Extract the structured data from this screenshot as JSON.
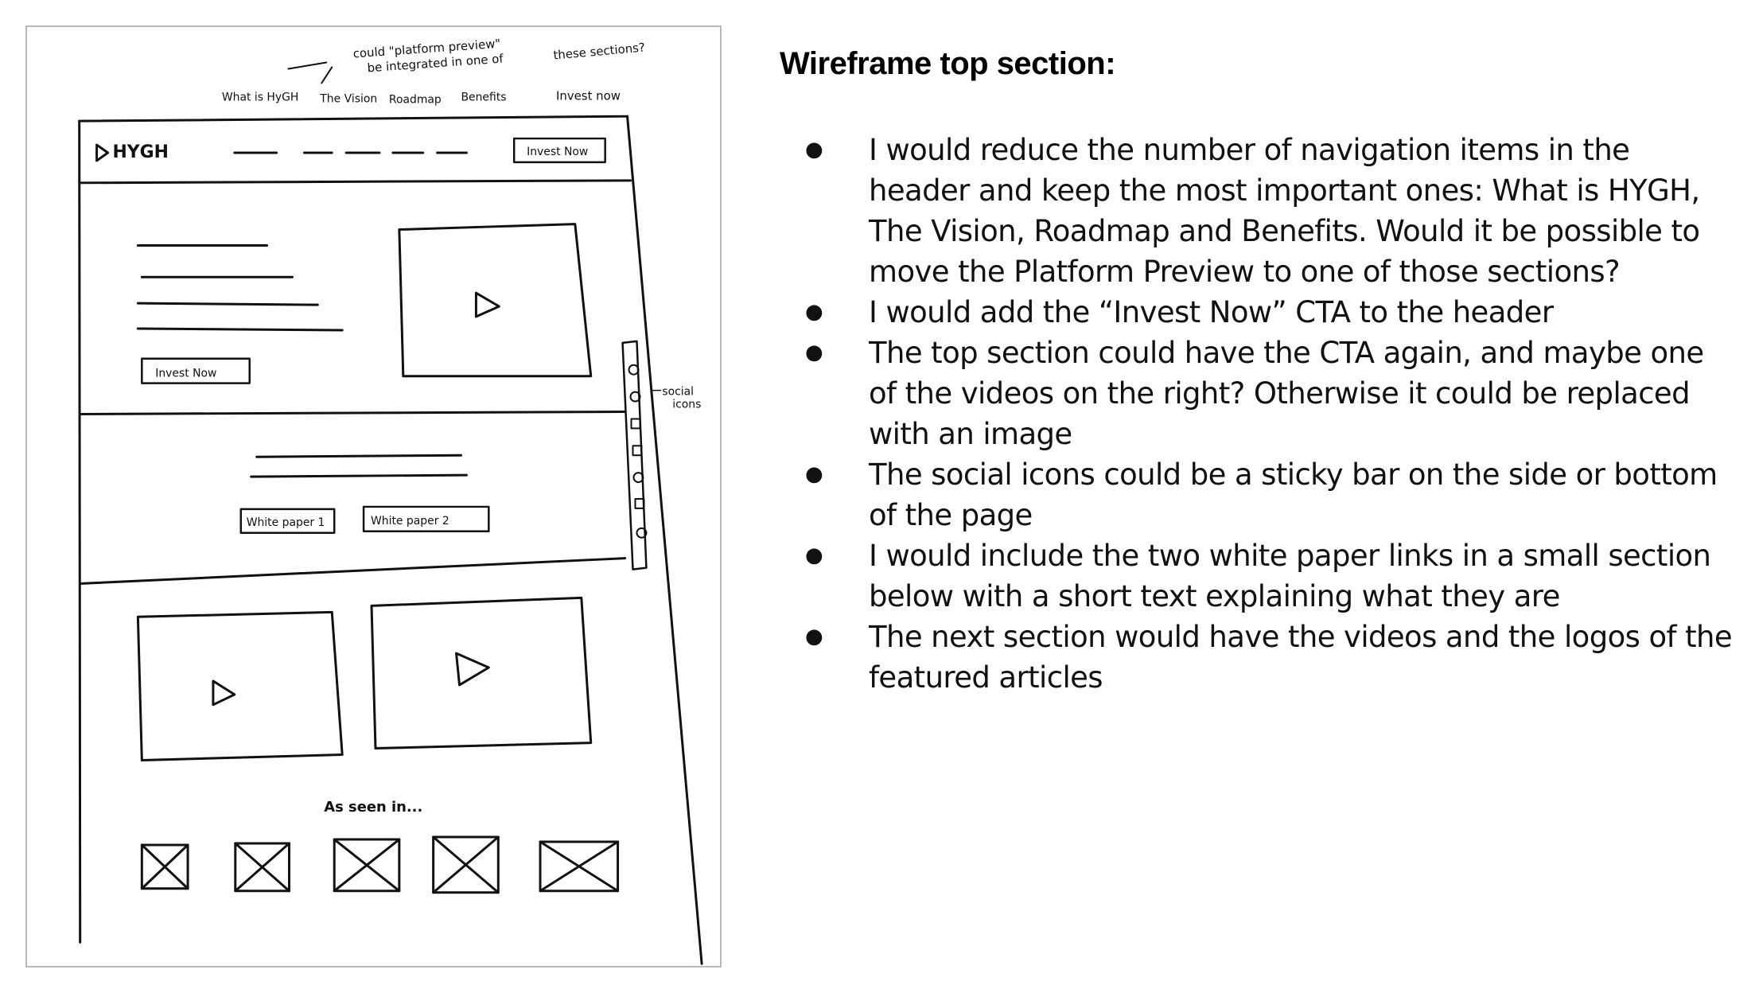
{
  "wireframe": {
    "annotation_top": "could \"platform preview\" be integrated in one of these sections?",
    "annotation_top_line1": "could \"platform preview\"",
    "annotation_top_line2": "be integrated in one of",
    "annotation_top_line3": "these sections?",
    "nav_labels": [
      "What is HyGH",
      "The Vision",
      "Roadmap",
      "Benefits",
      "Invest now"
    ],
    "logo": "HYGH",
    "header_cta": "Invest Now",
    "hero_cta": "Invest Now",
    "white_paper_1": "White paper 1",
    "white_paper_2": "White paper 2",
    "social_annotation_line1": "social",
    "social_annotation_line2": "icons",
    "as_seen_in": "As seen in..."
  },
  "notes": {
    "title": "Wireframe top section:",
    "bullets": [
      "I would reduce the number of navigation items in the header and keep the most important ones: What is HYGH, The Vision, Roadmap and Benefits. Would it be possible to move the Platform Preview to one of those sections?",
      "I would add the “Invest Now” CTA to the header",
      "The top section could have the CTA again, and maybe one of the videos on the right? Otherwise it could be replaced with an image",
      "The social icons could be a sticky bar on the side or bottom of the page",
      "I would include the two white paper links in a small section below with a short text explaining what they are",
      "The next section would have the videos and the logos of the featured articles"
    ]
  },
  "colors": {
    "ink": "#111111",
    "frame_border": "#b9b9b9",
    "background": "#ffffff"
  }
}
